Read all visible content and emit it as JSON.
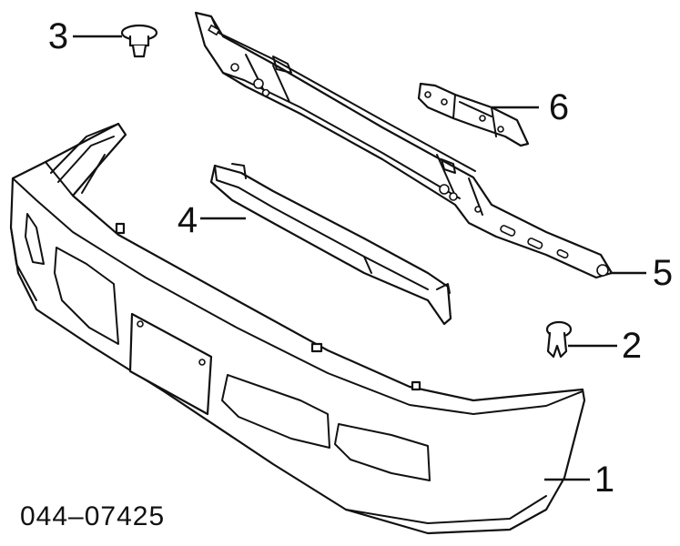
{
  "diagram": {
    "reference_code": "044–07425",
    "callouts": [
      {
        "id": "1",
        "label": "1",
        "part": "bumper-cover"
      },
      {
        "id": "2",
        "label": "2",
        "part": "retainer-clip"
      },
      {
        "id": "3",
        "label": "3",
        "part": "push-pin-fastener"
      },
      {
        "id": "4",
        "label": "4",
        "part": "energy-absorber"
      },
      {
        "id": "5",
        "label": "5",
        "part": "reinforcement-bar"
      },
      {
        "id": "6",
        "label": "6",
        "part": "mounting-bracket"
      }
    ]
  }
}
